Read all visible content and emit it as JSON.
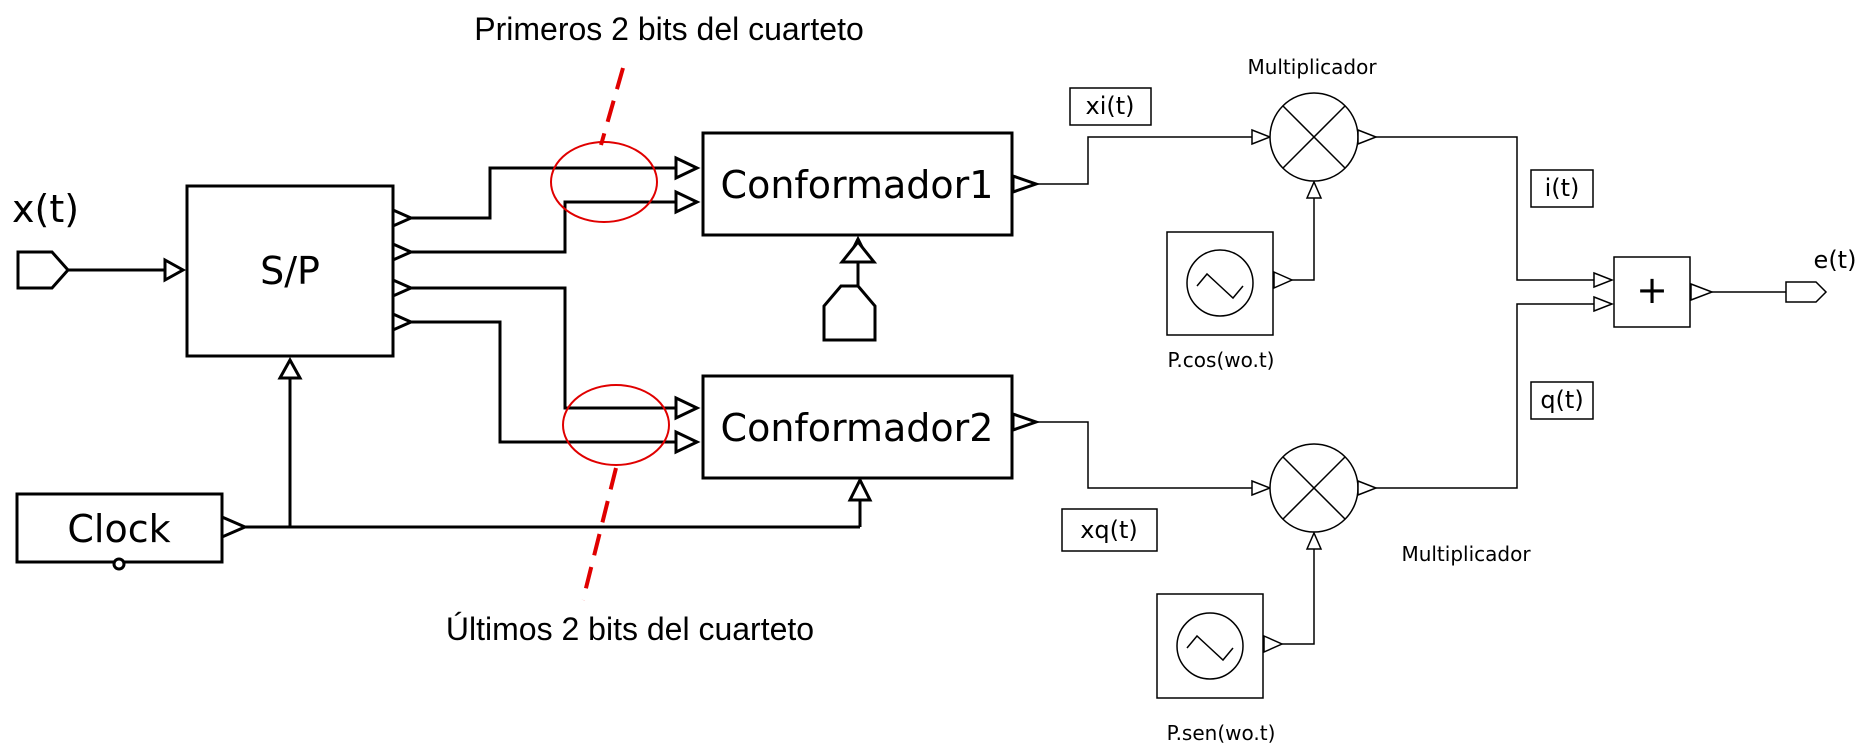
{
  "annotations": {
    "top": "Primeros 2 bits del cuarteto",
    "bottom": "Últimos 2 bits del cuarteto"
  },
  "blocks": {
    "sp": "S/P",
    "clock": "Clock",
    "conformador1": "Conformador1",
    "conformador2": "Conformador2",
    "sum": "+"
  },
  "signals": {
    "input": "x(t)",
    "output": "e(t)",
    "xi": "xi(t)",
    "xq": "xq(t)",
    "i": "i(t)",
    "q": "q(t)"
  },
  "multipliers": {
    "top": "Multiplicador",
    "bottom": "Multiplicador"
  },
  "oscillators": {
    "cos": "P.cos(wo.t)",
    "sen": "P.sen(wo.t)"
  },
  "colors": {
    "annotation": "#e00000",
    "lines": "#000000"
  }
}
